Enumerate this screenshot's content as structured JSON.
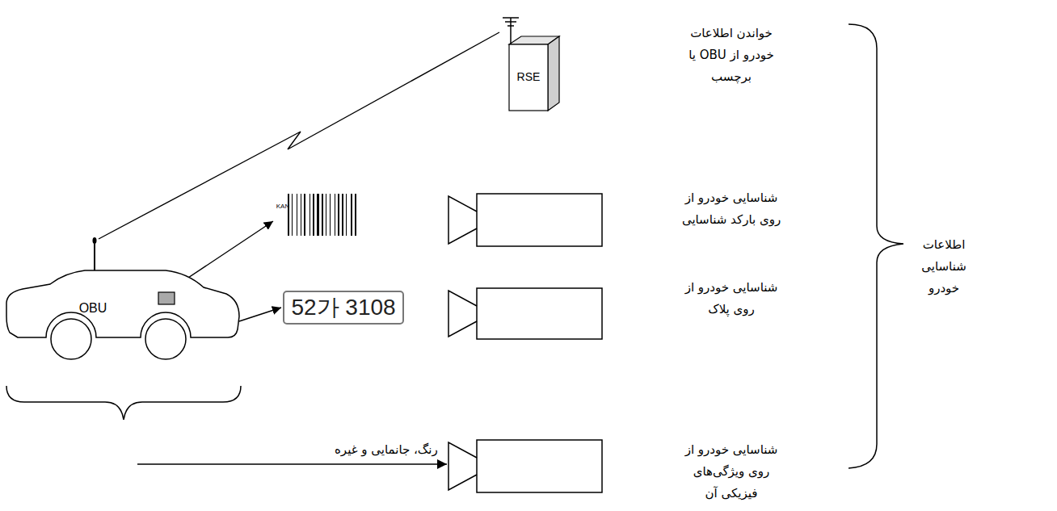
{
  "diagram": {
    "nodes": [
      {
        "text": [
          "OBU"
        ]
      },
      {
        "text": [
          "RSE"
        ]
      },
      {
        "text": [
          "KAN"
        ]
      },
      {
        "text": [
          "52가 3108"
        ]
      }
    ],
    "edges": [
      {
        "from": 0,
        "to": 1,
        "arrow": "none"
      },
      {
        "from": 0,
        "to": 2,
        "arrow": "to"
      },
      {
        "from": 0,
        "to": 3,
        "arrow": "to"
      }
    ],
    "labels": [
      "خواندن اطلاعات خودرو از OBU یا برچسب",
      "شناسایی خودرو از روی بارکد شناسایی",
      "شناسایی خودرو از روی پلاک",
      "رنگ، جانمایی و غیره",
      "شناسایی خودرو از روی ویژگی‌های فیزیکی آن",
      "اطلاعات شناسایی خودرو"
    ]
  }
}
